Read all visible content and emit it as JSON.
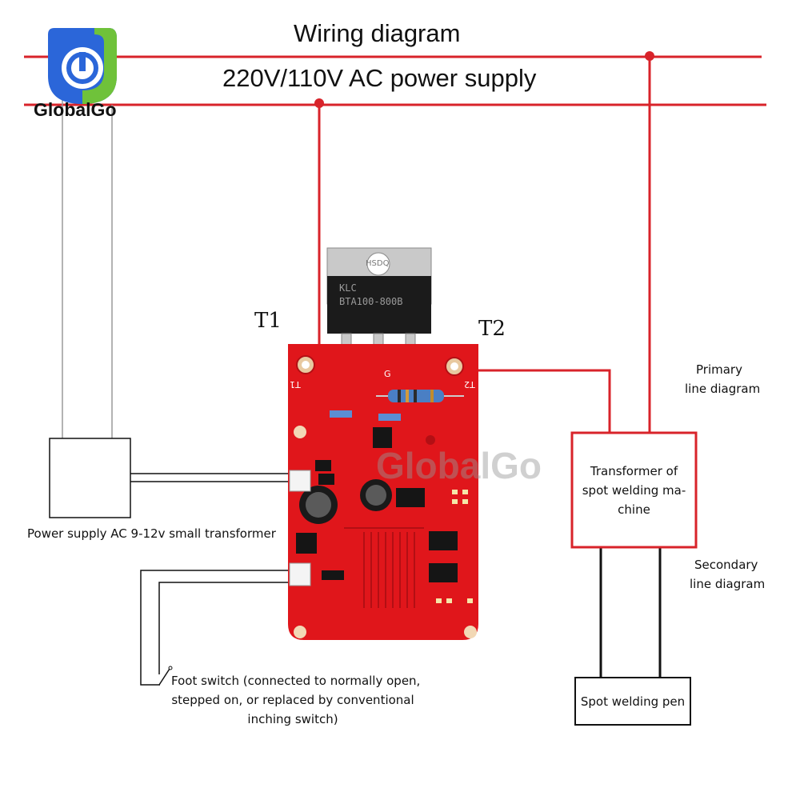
{
  "brand": {
    "name": "GlobalGo",
    "watermark": "GlobalGo"
  },
  "title": "Wiring diagram",
  "supply_label": "220V/110V AC power supply",
  "thyristor": {
    "marking_1": "HSDQ",
    "marking_2": "KLC",
    "marking_3": "BTA100-800B",
    "pin_mark": "G"
  },
  "terminals": {
    "t1": "T1",
    "t2": "T2",
    "t1_pcb": "T1",
    "t2_pcb": "T2"
  },
  "small_transformer": {
    "label": "Power supply AC 9-12v small transformer"
  },
  "welding_transformer": {
    "line1": "Transformer of",
    "line2": "spot welding ma-",
    "line3": "chine"
  },
  "primary_label": {
    "line1": "Primary",
    "line2": "line diagram"
  },
  "secondary_label": {
    "line1": "Secondary",
    "line2": "line diagram"
  },
  "welding_pen": {
    "label": "Spot welding pen"
  },
  "foot_switch": {
    "line1": "Foot switch (connected to normally open,",
    "line2": "stepped on, or replaced by conventional",
    "line3": "inching switch)"
  },
  "colors": {
    "wire_red": "#d8232a",
    "board_red": "#e0161b",
    "board_dark": "#b30f14",
    "black": "#111111",
    "logo_blue": "#2b66d9",
    "logo_green": "#6fc23a"
  }
}
